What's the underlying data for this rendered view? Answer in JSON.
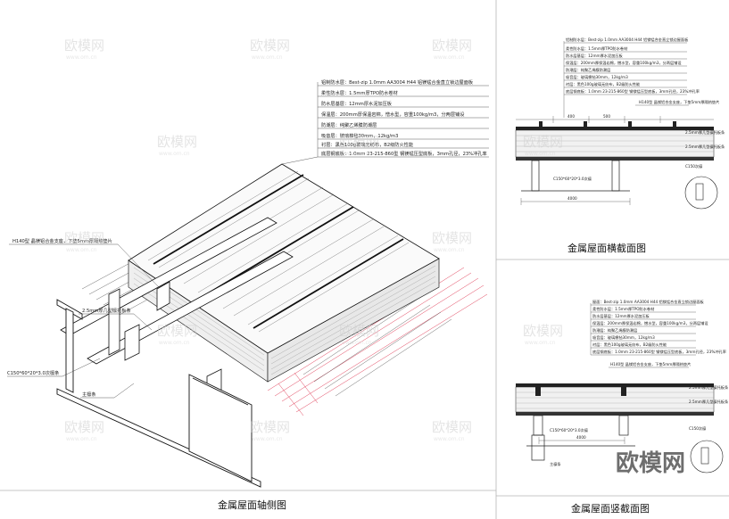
{
  "captions": {
    "axonometric": "金属屋面轴侧图",
    "cross_section": "金属屋面横截面图",
    "longitudinal_section": "金属屋面竖截面图"
  },
  "main_layers": [
    "铝制防水层：Best-zip 1.0mm AA3004 H44 铝镁锰合金直立锁边屋面板",
    "柔性防水层：1.5mm厚TPO防水卷材",
    "防水层基层：12mm厚水泥加压板",
    "保温层：200mm厚保温岩棉，憎水型，容重100kg/m3，分两层铺设",
    "防潮层：纯聚乙烯膜防潮层",
    "吸音层：玻璃棉毡30mm，12kg/m3",
    "衬层：黑色100g玻璃无纺布，B2级防火性能",
    "底层钢底板：1.0mm 23-215-860型 钢镁锰压型底板，3mm孔径，23%冲孔率"
  ],
  "axo_callouts": {
    "h140": "H140型 晶镁铝合金支座，下垫5mm厚隔热垫片",
    "purlin_25": "2.5mm厚几型檩托板条",
    "purlin_c": "C150*60*20*3.0次檩条",
    "main_purlin": "主檩条"
  },
  "cross_section": {
    "layers": [
      "铝制防水层：Best-zip 1.0mm AA3004 H44 铝镁锰合金直立锁边屋面板",
      "柔性防水层：1.5mm厚TPO防水卷材",
      "防水层基层：12mm厚水泥加压板",
      "保温层：200mm厚保温岩棉，憎水型，容重100kg/m3，分两层铺设",
      "防潮层：纯聚乙烯膜防潮层",
      "吸音层：玻璃棉毡30mm，12kg/m3",
      "衬层：黑色100g玻璃无纺布，B2级防火性能",
      "底层钢底板：1.0mm 23-215-860型 钢镁锰压型底板，3mm孔径，23%冲孔率"
    ],
    "h140": "H140型 晶镁铝合金支座，下垫5mm厚隔热垫片",
    "c150": "C150*60*20*3.0次檩",
    "dim_400": "400",
    "dim_500": "500",
    "dim_4000": "4000",
    "side_1": "2.5mm厚几型檩托板条",
    "side_2": "2.5mm厚几型檩托板条",
    "side_3": "C150次檩"
  },
  "long_section": {
    "layers": [
      "屋面：Best-zip 1.0mm AA3004 H44 铝镁锰合金直立锁边屋面板",
      "柔性防水层：1.5mm厚TPO防水卷材",
      "防水层基层：12mm厚水泥加压板",
      "保温层：200mm厚保温岩棉，憎水型，容重100kg/m3，分两层铺设",
      "防潮层：纯聚乙烯膜防潮层",
      "吸音层：玻璃棉毡30mm，12kg/m3",
      "衬层：黑色100g玻璃无纺布，B2级防火性能",
      "底层钢底板：1.0mm 23-215-860型 钢镁锰压型底板，3mm孔径，23%冲孔率"
    ],
    "h140": "H140型 晶镁铝合金支座，下垫5mm厚隔热垫片",
    "c150": "C150*60*20*3.0次檩",
    "dim": "4000",
    "main": "主檩条",
    "side_1": "2.5mm厚几型檩托板条",
    "side_2": "2.5mm厚几型檩托板条",
    "side_3": "C150次檩"
  },
  "watermarks": {
    "logo": "欧模网",
    "url": "www.om.cn",
    "big": "欧模网"
  },
  "colors": {
    "line": "#222222",
    "accent_red": "#e0405a",
    "frame": "#bbbbbb"
  }
}
